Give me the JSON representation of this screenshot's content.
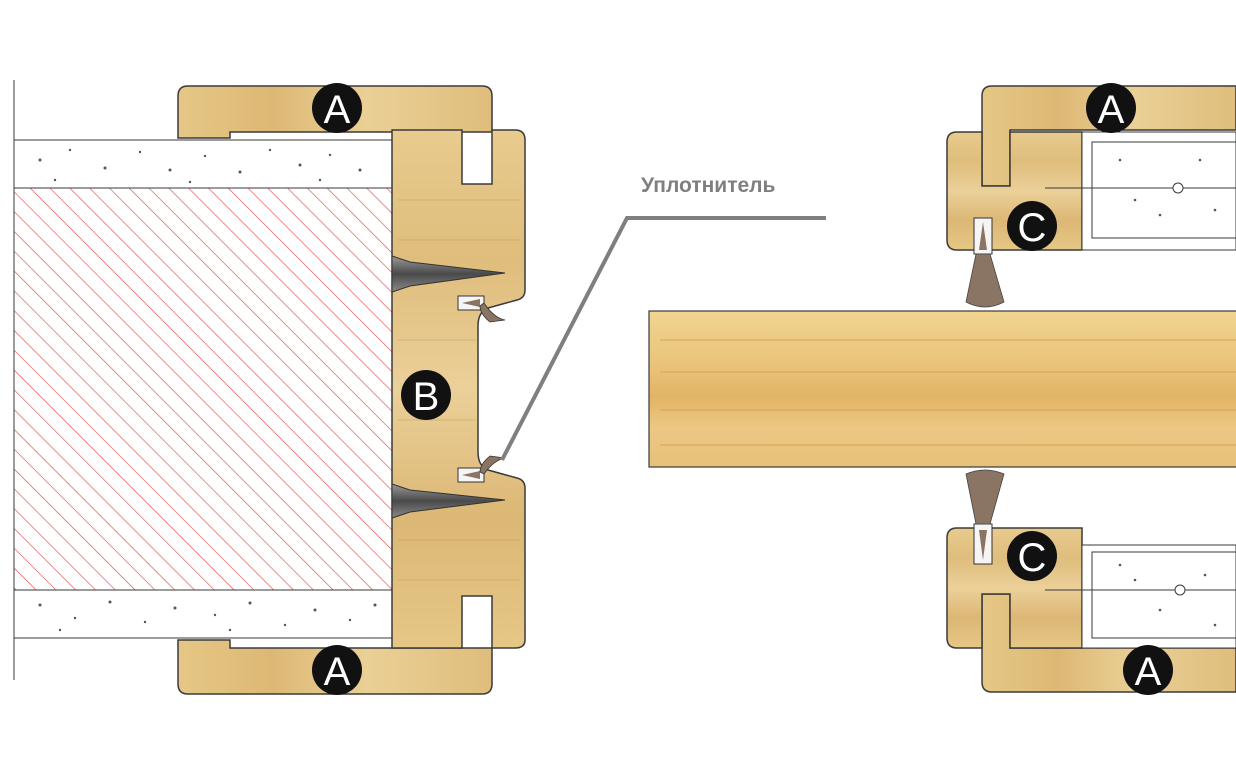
{
  "callout": {
    "label": "Уплотнитель"
  },
  "markers": {
    "a": "A",
    "b": "B",
    "c": "C"
  },
  "colors": {
    "wood": "#e3c488",
    "wood_dark": "#c9a45e",
    "outline": "#3a3a3a",
    "hatch": "#e05050",
    "badge_fill": "#111111",
    "seal": "#8a7464",
    "callout_line": "#7f7f7f"
  }
}
